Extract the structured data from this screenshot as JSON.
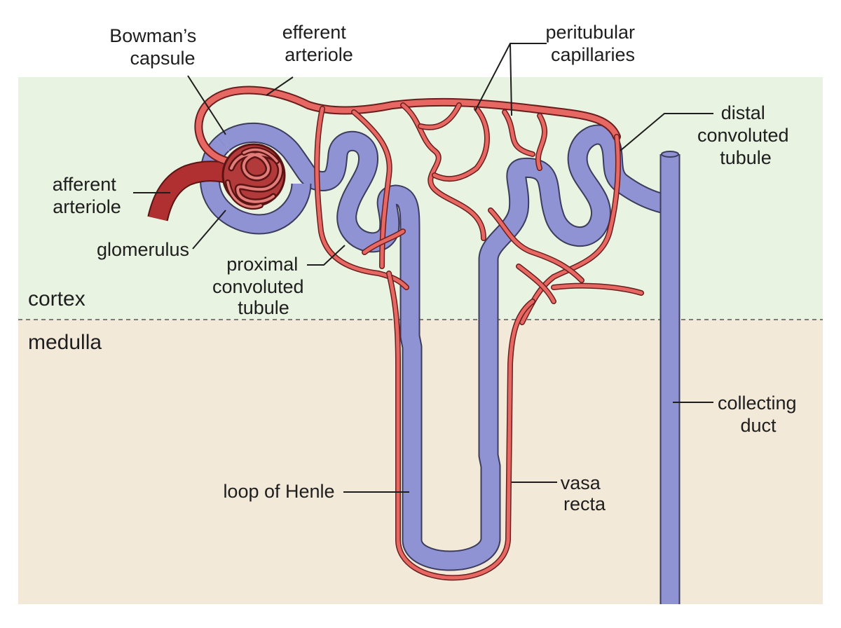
{
  "regions": {
    "cortex": "cortex",
    "medulla": "medulla"
  },
  "labels": {
    "bowmans_capsule": [
      "Bowman’s",
      "capsule"
    ],
    "efferent_arteriole": [
      "efferent",
      "arteriole"
    ],
    "peritubular_capillaries": [
      "peritubular",
      "capillaries"
    ],
    "distal_convoluted_tubule": [
      "distal",
      "convoluted",
      "tubule"
    ],
    "afferent_arteriole": [
      "afferent",
      "arteriole"
    ],
    "glomerulus": [
      "glomerulus"
    ],
    "proximal_convoluted_tubule": [
      "proximal",
      "convoluted",
      "tubule"
    ],
    "collecting_duct": [
      "collecting",
      "duct"
    ],
    "loop_of_henle": [
      "loop of Henle"
    ],
    "vasa_recta": [
      "vasa",
      "recta"
    ]
  },
  "colors": {
    "cortex_bg": "#e8f3e1",
    "medulla_bg": "#f3e9d9",
    "tubule": "#8f92d3",
    "vessel": "#e76762",
    "glomerulus": "#b23a3a",
    "afferent": "#b02f30"
  }
}
